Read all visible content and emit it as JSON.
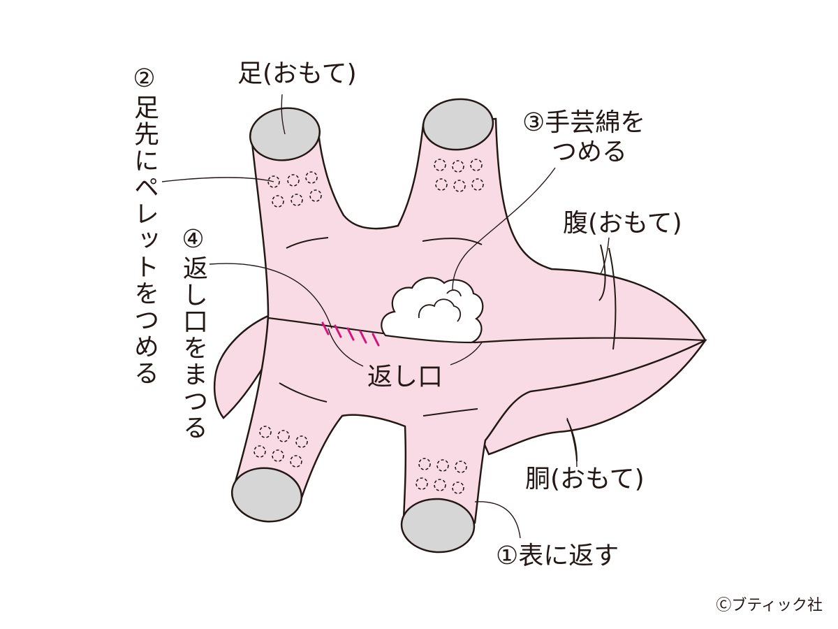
{
  "colors": {
    "body_fill": "#f9dbe6",
    "outline": "#231815",
    "foot_end": "#d6d6d6",
    "stitch": "#d6137a",
    "cotton": "#ffffff"
  },
  "labels": {
    "foot_front": "足(おもて)",
    "step1": "①表に返す",
    "step2": "②足先にペレットをつめる",
    "step3_line1": "③手芸綿を",
    "step3_line2": "つめる",
    "step4": "④返し口をまつる",
    "belly_front": "腹(おもて)",
    "torso_front": "胴(おもて)",
    "opening": "返し口"
  },
  "copyright": "Ⓒブティック社"
}
